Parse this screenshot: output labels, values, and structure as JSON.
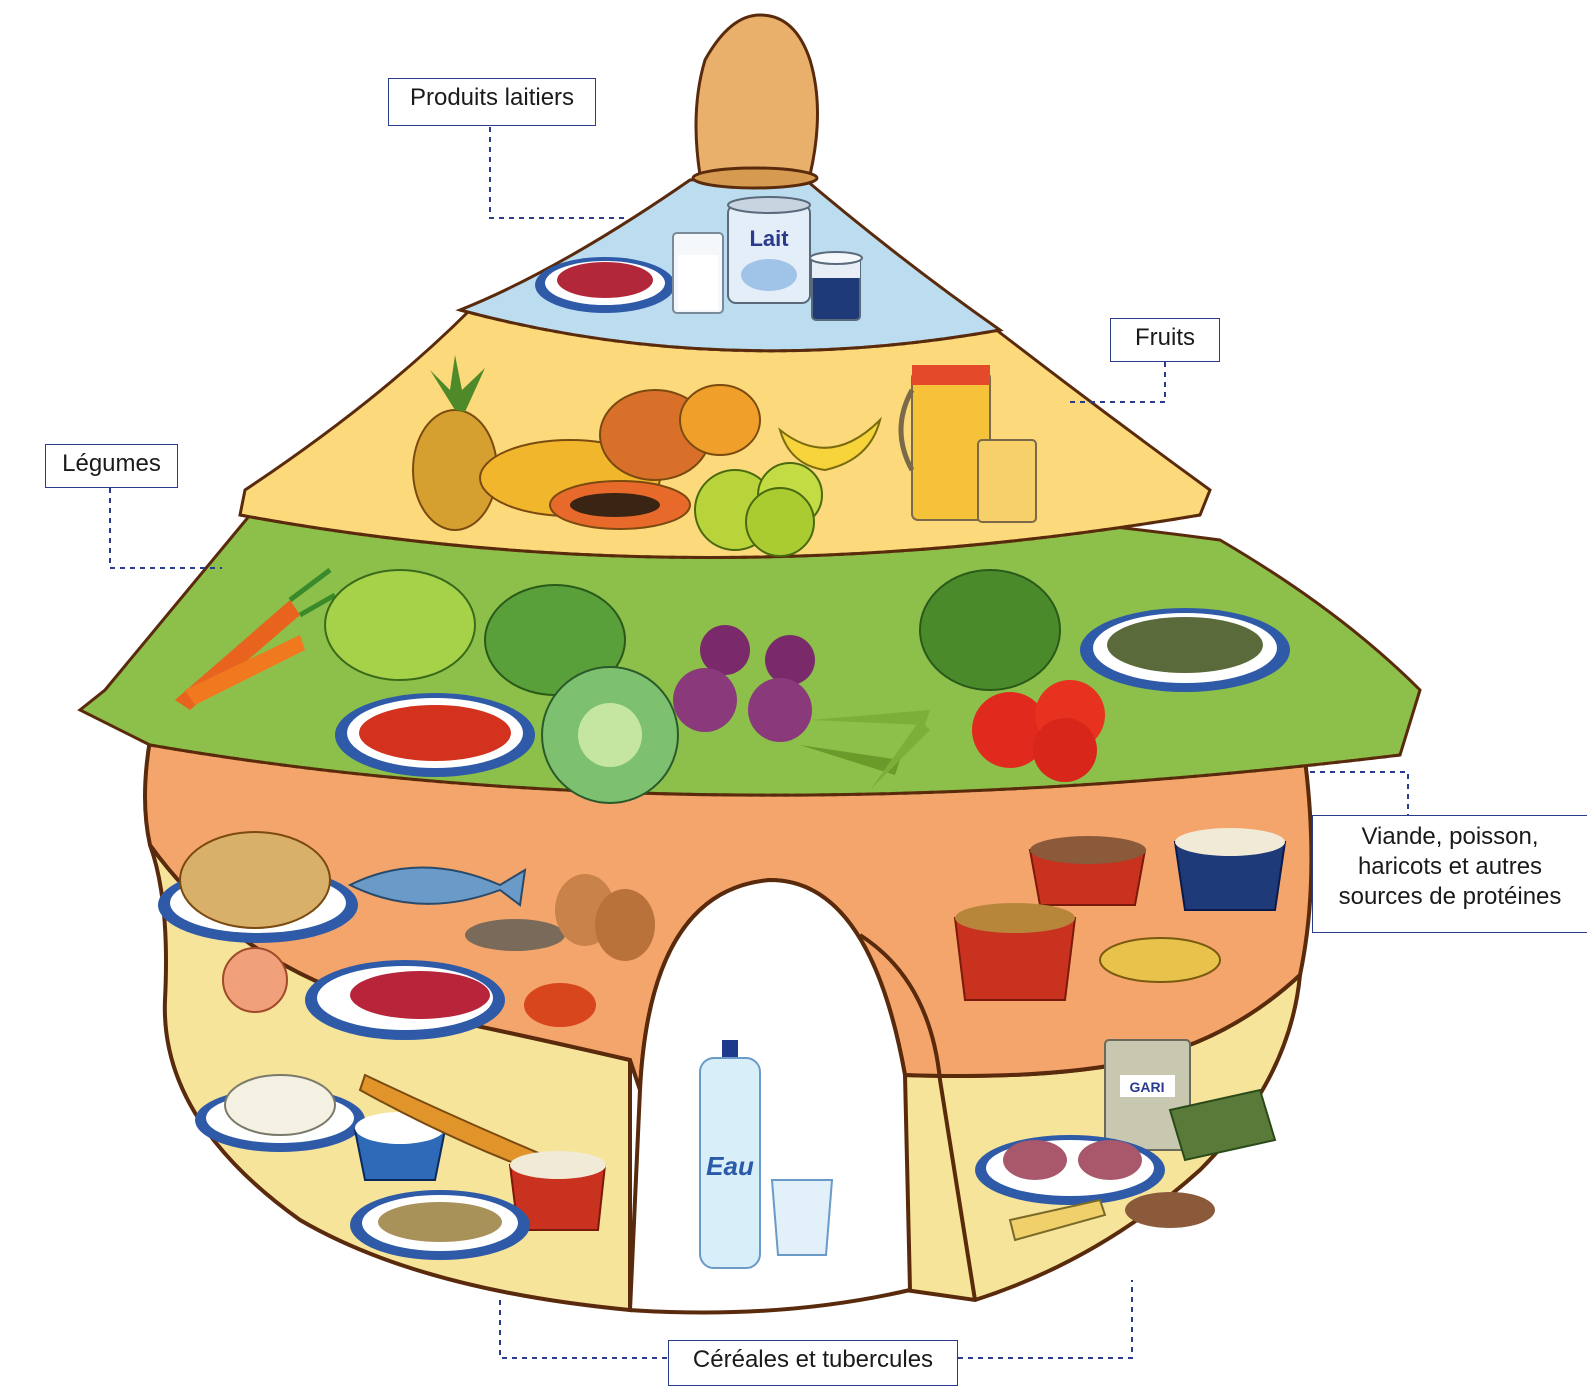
{
  "labels": {
    "dairy": "Produits laitiers",
    "fruits": "Fruits",
    "vegetables": "Légumes",
    "proteins": [
      "Viande, poisson,",
      "haricots et autres",
      "sources de protéines"
    ],
    "cereals": "Céréales et tubercules"
  },
  "product_text": {
    "milk_can": "Lait",
    "water_bottle": "Eau",
    "gari_bag": "GARI"
  },
  "colors": {
    "dairy_roof": "#bcdcf0",
    "fruit_roof": "#fcd97a",
    "vegetable_roof": "#8cc04a",
    "protein_wall": "#f4a56b",
    "cereal_wall": "#f6e49a",
    "hut_outline": "#5a2a0c",
    "label_border": "#2a3a8c"
  }
}
